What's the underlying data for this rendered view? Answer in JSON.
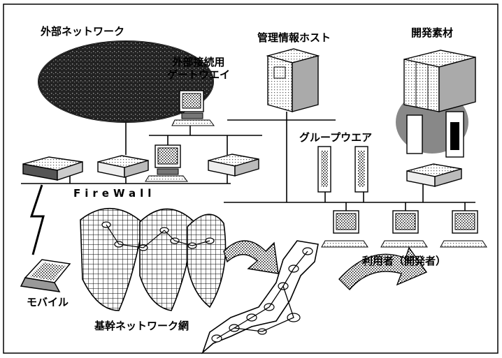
{
  "labels": {
    "external_network": "外部ネットワーク",
    "gateway_line1": "外部接続用",
    "gateway_line2": "ゲートウエイ",
    "management_host": "管理情報ホスト",
    "dev_materials": "開発素材",
    "groupware": "グループウエア",
    "firewall": "FireWall",
    "users": "利用者（開発者）",
    "mobile": "モバイル",
    "backbone": "基幹ネットワーク網"
  },
  "icons": [
    "external-network-globe-icon",
    "gateway-terminal-icon",
    "management-host-icon",
    "dev-materials-server-icon",
    "groupware-server-icon",
    "router-icon",
    "user-terminal-icon",
    "mobile-laptop-icon",
    "lightning-icon",
    "world-map-icon",
    "japan-map-icon",
    "arrow-icon"
  ]
}
